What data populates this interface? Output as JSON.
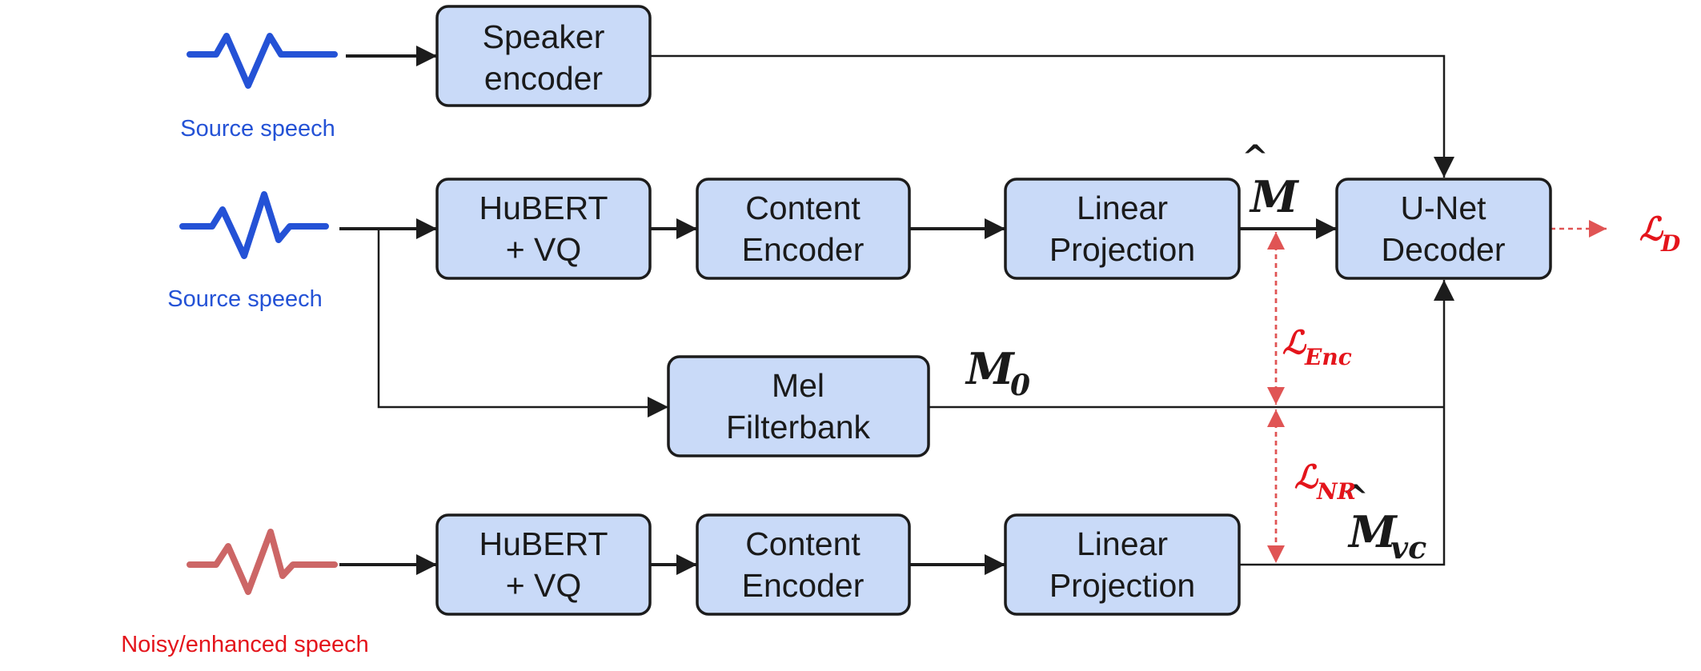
{
  "colors": {
    "blue": "#2452d6",
    "red": "#e4141b",
    "wave_red": "#cc6666",
    "box_fill": "#c9daf8",
    "loss_red": "#e05454"
  },
  "inputs": {
    "source_speech_1": "Source speech",
    "source_speech_2": "Source speech",
    "noisy_speech": "Noisy/enhanced speech"
  },
  "blocks": {
    "speaker_encoder": [
      "Speaker",
      "encoder"
    ],
    "hubert_vq_top": [
      "HuBERT",
      "+ VQ"
    ],
    "content_encoder_top": [
      "Content",
      "Encoder"
    ],
    "linear_projection_top": [
      "Linear",
      "Projection"
    ],
    "unet_decoder": [
      "U-Net",
      "Decoder"
    ],
    "mel_filterbank": [
      "Mel",
      "Filterbank"
    ],
    "hubert_vq_bottom": [
      "HuBERT",
      "+ VQ"
    ],
    "content_encoder_bottom": [
      "Content",
      "Encoder"
    ],
    "linear_projection_bottom": [
      "Linear",
      "Projection"
    ]
  },
  "signals": {
    "m_hat": {
      "base": "M",
      "hat": "^"
    },
    "m_zero": {
      "base": "M",
      "sub": "0"
    },
    "m_hat_vc": {
      "base": "M",
      "hat": "^",
      "sub": "vc"
    }
  },
  "losses": {
    "l_d": {
      "symbol": "ℒ",
      "sub": "D"
    },
    "l_enc": {
      "symbol": "ℒ",
      "sub": "Enc"
    },
    "l_nr": {
      "symbol": "ℒ",
      "sub": "NR"
    }
  }
}
